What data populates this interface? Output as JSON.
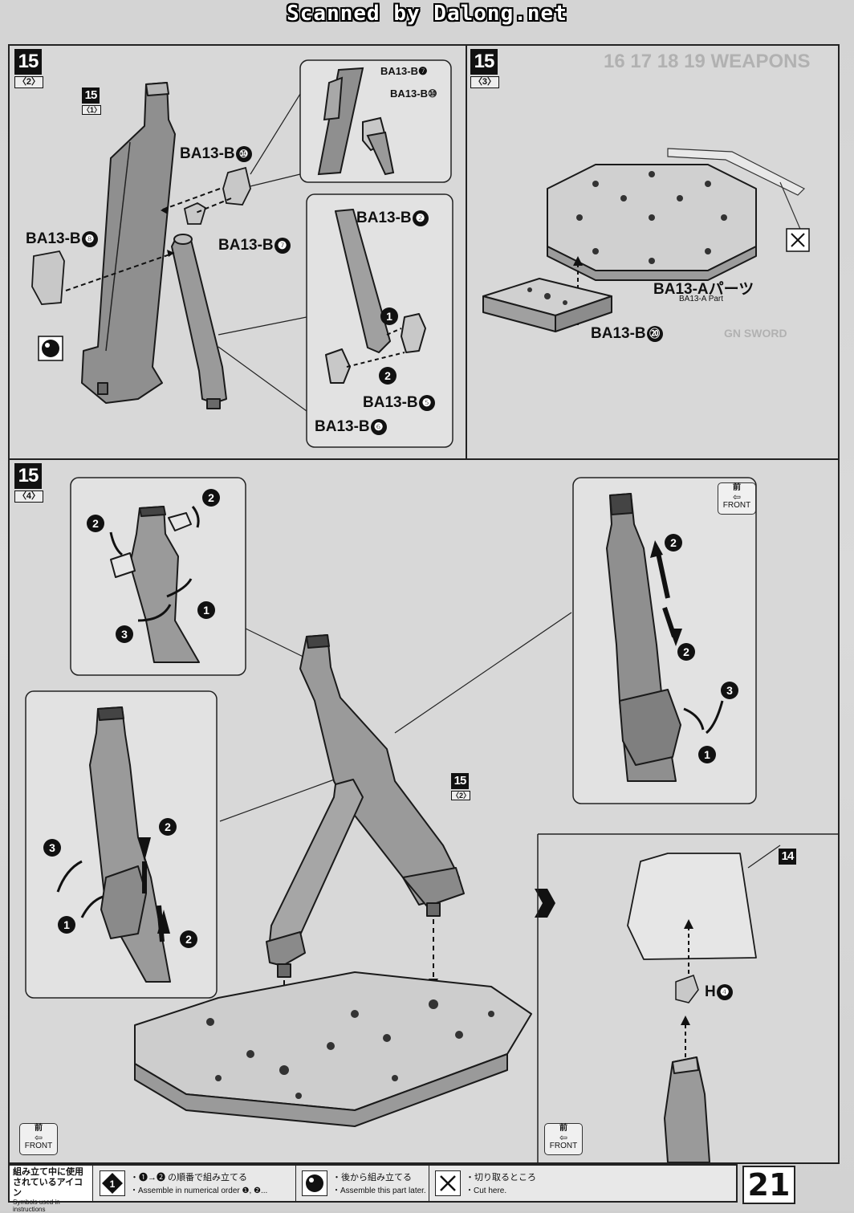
{
  "watermark": "Scanned by Dalong.net",
  "page_number": "21",
  "panels": {
    "step15_2": {
      "step": "15",
      "sub": "〈2〉",
      "ref_step": "15",
      "ref_sub": "〈1〉",
      "labels": {
        "b10": "BA13-B",
        "b10_num": "⑩",
        "b8": "BA13-B",
        "b8_num": "❽",
        "b7": "BA13-B",
        "b7_num": "❼",
        "b2": "BA13-B",
        "b2_num": "❷",
        "b5": "BA13-B",
        "b5_num": "❺",
        "b6": "BA13-B",
        "b6_num": "❻",
        "zoom_b7": "BA13-B",
        "zoom_b7_num": "❼",
        "zoom_b10": "BA13-B",
        "zoom_b10_num": "⑩"
      },
      "order_markers": [
        "1",
        "2"
      ]
    },
    "step15_3": {
      "step": "15",
      "sub": "〈3〉",
      "part_a": "BA13-Aパーツ",
      "part_a_en": "BA13-A Part",
      "part_b": "BA13-B",
      "part_b_num": "⑳"
    },
    "step15_4": {
      "step": "15",
      "sub": "〈4〉",
      "ref_step": "15",
      "ref_sub": "〈2〉",
      "inset_topleft_markers": [
        "2",
        "2",
        "3",
        "1"
      ],
      "inset_left_markers": [
        "3",
        "2",
        "1",
        "2"
      ],
      "inset_right_markers": [
        "2",
        "2",
        "3",
        "1"
      ],
      "ref14": "14",
      "h_part": "H",
      "h_part_num": "❹",
      "front_kanji": "前",
      "front_word": "FRONT"
    }
  },
  "legend": {
    "title_jp": "組み立て中に使用されているアイコン",
    "title_en": "Symbols used in instructions",
    "items": [
      {
        "jp": "・❶→❷ の順番で組み立てる",
        "en": "・Assemble in numerical order ❶, ❷..."
      },
      {
        "jp": "・後から組み立てる",
        "en": "・Assemble this part later."
      },
      {
        "jp": "・切り取るところ",
        "en": "・Cut here."
      }
    ]
  }
}
